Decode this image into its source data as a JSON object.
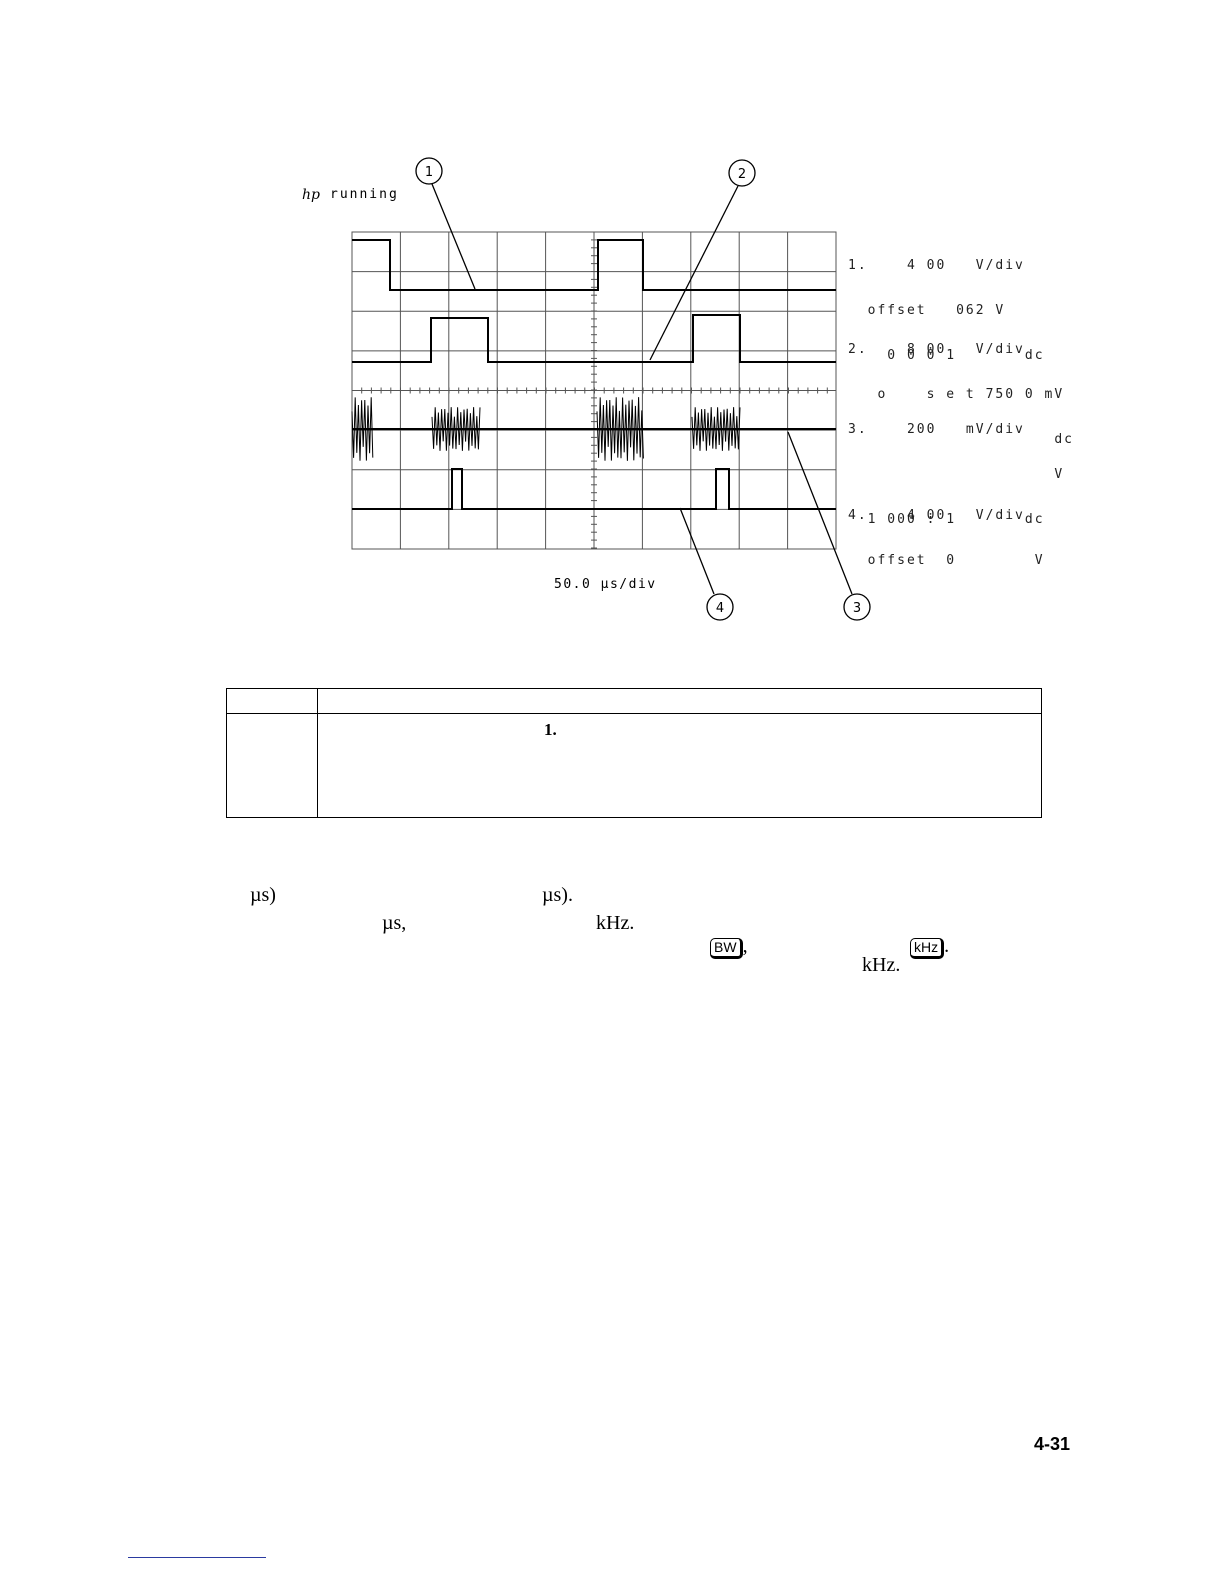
{
  "scope": {
    "status": "running",
    "logo": "hp",
    "timebase": "50.0 µs/div",
    "channels": [
      {
        "lines": [
          "1.    4 00   V/div",
          "  offset   062 V",
          "    0 0 0 1       dc"
        ]
      },
      {
        "lines": [
          "2.    8 00   V/div",
          "   o    s e t 750 0 mV",
          "                     dc"
        ]
      },
      {
        "lines": [
          "3.    200   mV/div",
          "                     V",
          "  1 000 : 1       dc"
        ]
      },
      {
        "lines": [
          "4.    4 00   V/div",
          "  offset  0        V"
        ]
      }
    ],
    "callouts": [
      "1",
      "2",
      "3",
      "4"
    ]
  },
  "table": {
    "row_marker": "1."
  },
  "text": {
    "f1": "µs)",
    "f2": "µs).",
    "f3": "µs,",
    "f4": "kHz.",
    "key_bw": "BW",
    "f5": ",",
    "key_khz": "kHz",
    "f6": ".",
    "f7": "kHz."
  },
  "page_number": "4-31"
}
